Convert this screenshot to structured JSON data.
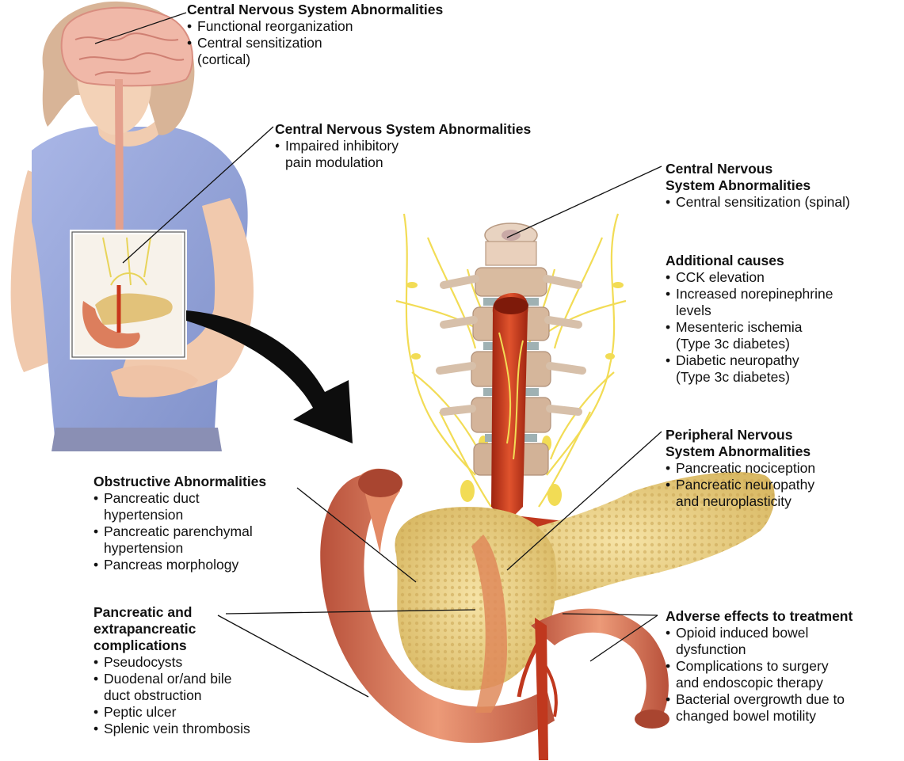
{
  "annotations": {
    "cns_cortical": {
      "title": [
        "Central Nervous System Abnormalities"
      ],
      "items": [
        [
          "Functional reorganization"
        ],
        [
          "Central sensitization",
          "(cortical)"
        ]
      ]
    },
    "cns_inhibitory": {
      "title": [
        "Central Nervous System Abnormalities"
      ],
      "items": [
        [
          "Impaired inhibitory",
          "pain modulation"
        ]
      ]
    },
    "cns_spinal": {
      "title": [
        "Central Nervous",
        "System Abnormalities"
      ],
      "items": [
        [
          "Central sensitization (spinal)"
        ]
      ]
    },
    "additional_causes": {
      "title": [
        "Additional causes"
      ],
      "items": [
        [
          "CCK elevation"
        ],
        [
          "Increased norepinephrine",
          "levels"
        ],
        [
          "Mesenteric ischemia",
          "(Type 3c diabetes)"
        ],
        [
          "Diabetic neuropathy",
          "(Type 3c diabetes)"
        ]
      ]
    },
    "peripheral": {
      "title": [
        "Peripheral Nervous",
        "System Abnormalities"
      ],
      "items": [
        [
          "Pancreatic nociception"
        ],
        [
          "Pancreatic neuropathy",
          "and neuroplasticity"
        ]
      ]
    },
    "obstructive": {
      "title": [
        "Obstructive Abnormalities"
      ],
      "items": [
        [
          "Pancreatic duct",
          "hypertension"
        ],
        [
          "Pancreatic parenchymal",
          "hypertension"
        ],
        [
          "Pancreas morphology"
        ]
      ]
    },
    "complications": {
      "title": [
        "Pancreatic and",
        "extrapancreatic",
        "complications"
      ],
      "items": [
        [
          "Pseudocysts"
        ],
        [
          "Duodenal or/and bile",
          "duct obstruction"
        ],
        [
          "Peptic ulcer"
        ],
        [
          "Splenic vein thrombosis"
        ]
      ]
    },
    "adverse_effects": {
      "title": [
        "Adverse effects to treatment"
      ],
      "items": [
        [
          "Opioid induced bowel",
          "dysfunction"
        ],
        [
          "Complications to surgery",
          "and endoscopic therapy"
        ],
        [
          "Bacterial overgrowth due to",
          "changed bowel motility"
        ]
      ]
    }
  },
  "colors": {
    "skin": "#f3cfb4",
    "shirt": "#8f9fd6",
    "nerve": "#f2dc55",
    "pancreas": "#e8cf86",
    "duodenum": "#d97a58",
    "artery": "#c8361c",
    "spine": "#d6c0a8",
    "arrow": "#0d0d0d"
  }
}
